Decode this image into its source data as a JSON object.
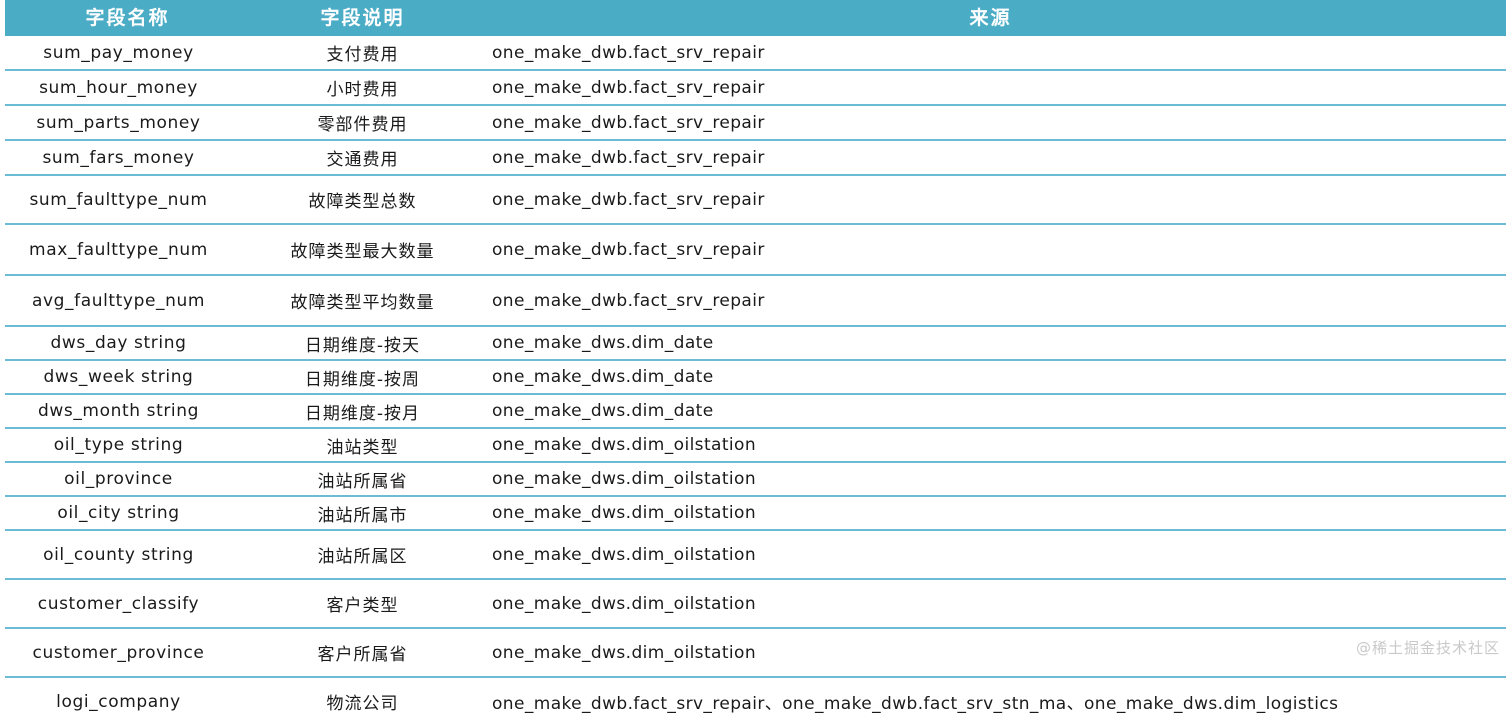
{
  "table": {
    "columns": [
      {
        "key": "name",
        "label": "字段名称"
      },
      {
        "key": "desc",
        "label": "字段说明"
      },
      {
        "key": "source",
        "label": "来源"
      }
    ],
    "rows": [
      {
        "name": "sum_pay_money",
        "desc": "支付费用",
        "source": "one_make_dwb.fact_srv_repair"
      },
      {
        "name": "sum_hour_money",
        "desc": "小时费用",
        "source": "one_make_dwb.fact_srv_repair"
      },
      {
        "name": "sum_parts_money",
        "desc": "零部件费用",
        "source": "one_make_dwb.fact_srv_repair"
      },
      {
        "name": "sum_fars_money",
        "desc": "交通费用",
        "source": "one_make_dwb.fact_srv_repair"
      },
      {
        "name": "sum_faulttype_num",
        "desc": "故障类型总数",
        "source": "one_make_dwb.fact_srv_repair"
      },
      {
        "name": "max_faulttype_num",
        "desc": "故障类型最大数量",
        "source": "one_make_dwb.fact_srv_repair"
      },
      {
        "name": "avg_faulttype_num",
        "desc": "故障类型平均数量",
        "source": "one_make_dwb.fact_srv_repair"
      },
      {
        "name": "dws_day string",
        "desc": "日期维度-按天",
        "source": "one_make_dws.dim_date"
      },
      {
        "name": "dws_week string",
        "desc": "日期维度-按周",
        "source": "one_make_dws.dim_date"
      },
      {
        "name": "dws_month string",
        "desc": "日期维度-按月",
        "source": "one_make_dws.dim_date"
      },
      {
        "name": "oil_type string",
        "desc": "油站类型",
        "source": "one_make_dws.dim_oilstation"
      },
      {
        "name": "oil_province",
        "desc": "油站所属省",
        "source": "one_make_dws.dim_oilstation"
      },
      {
        "name": "oil_city string",
        "desc": "油站所属市",
        "source": "one_make_dws.dim_oilstation"
      },
      {
        "name": "oil_county string",
        "desc": "油站所属区",
        "source": "one_make_dws.dim_oilstation"
      },
      {
        "name": "customer_classify",
        "desc": "客户类型",
        "source": "one_make_dws.dim_oilstation"
      },
      {
        "name": "customer_province",
        "desc": "客户所属省",
        "source": "one_make_dws.dim_oilstation"
      },
      {
        "name": "logi_company",
        "desc": "物流公司",
        "source": "one_make_dwb.fact_srv_repair、one_make_dwb.fact_srv_stn_ma、one_make_dws.dim_logistics"
      }
    ]
  },
  "watermark": {
    "text": "@稀土掘金技术社区"
  },
  "colors": {
    "header_background": "#4bacc6",
    "header_text": "#ffffff",
    "row_border": "#6bbbd4",
    "row_background": "#ffffff",
    "body_text": "#1a1a1a",
    "watermark_text": "#c9c9c9"
  }
}
